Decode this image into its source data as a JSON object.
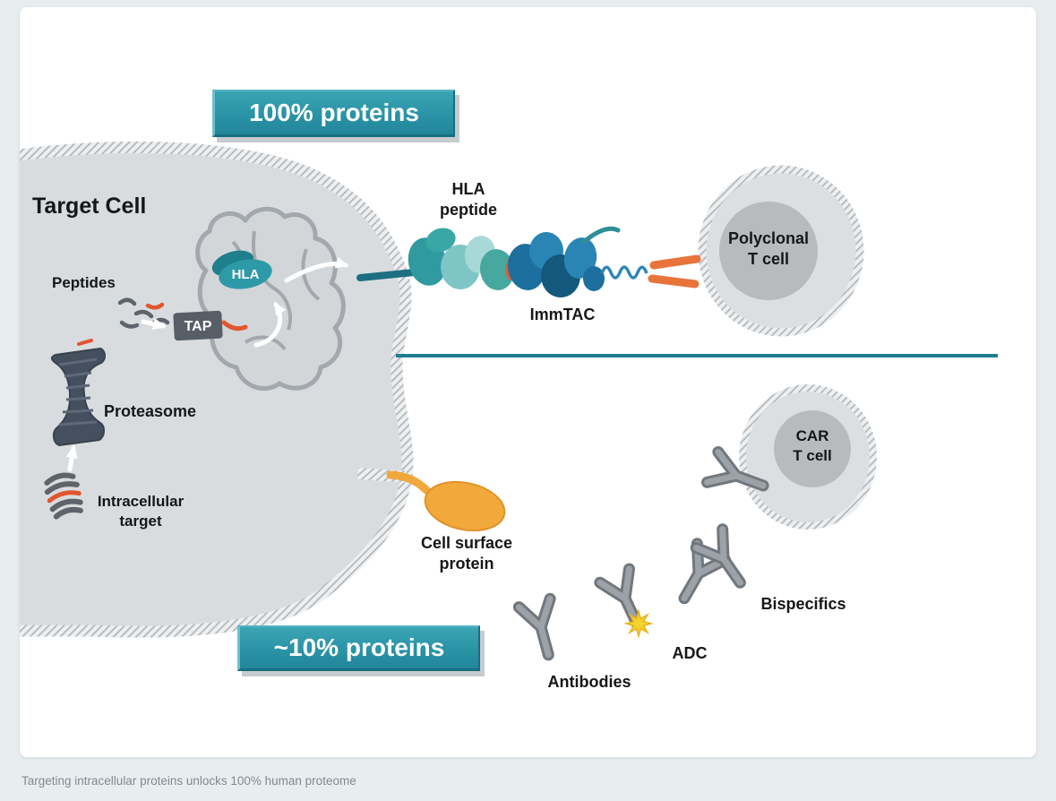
{
  "caption": "Targeting intracellular proteins unlocks 100% human proteome",
  "banners": {
    "top": "100% proteins",
    "bottom": "~10% proteins"
  },
  "target_cell": {
    "title": "Target Cell",
    "peptides": "Peptides",
    "tap": "TAP",
    "hla": "HLA",
    "proteasome": "Proteasome",
    "intracellular_target": "Intracellular\ntarget"
  },
  "upper_pathway": {
    "hla_peptide": "HLA\npeptide",
    "immtac": "ImmTAC",
    "polyclonal_t_cell": "Polyclonal\nT cell"
  },
  "lower_pathway": {
    "cell_surface_protein": "Cell surface\nprotein",
    "antibodies": "Antibodies",
    "adc": "ADC",
    "bispecifics": "Bispecifics",
    "car_t_cell": "CAR\nT cell"
  },
  "colors": {
    "banner_teal": "#2A93A6",
    "membrane_teal": "#1C6F80",
    "divider_teal": "#1F7E8E",
    "immtac_blue": "#1D6F9F",
    "immtac_dark_blue": "#14587D",
    "receptor_orange": "#E8743C",
    "peptide_orange": "#E0562F",
    "surface_protein_yellow": "#F2A93C",
    "adc_star_yellow": "#F6D32A",
    "proteasome_navy": "#454F5E",
    "cell_gray": "#D9DCDF",
    "tcell_fill": "#DCDFE2",
    "tcell_nucleus": "#B7BBBE",
    "antibody_gray": "#9CA2A8"
  }
}
